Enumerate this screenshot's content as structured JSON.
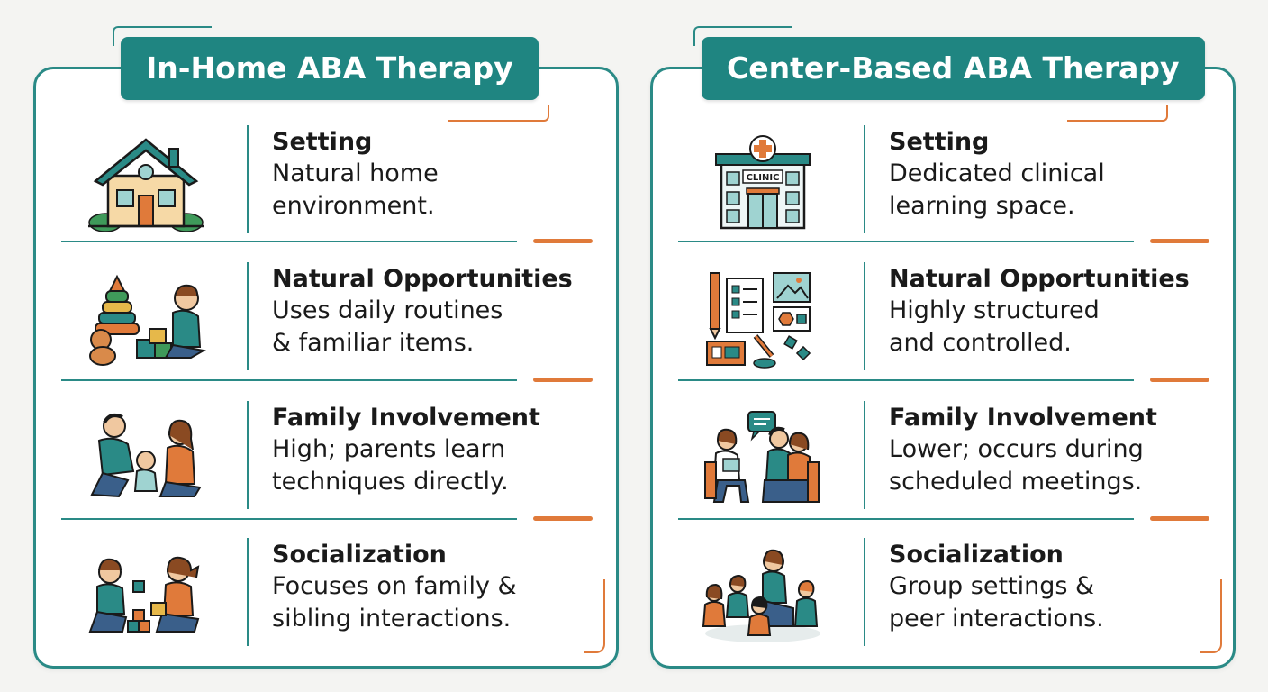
{
  "colors": {
    "teal": "#1f8581",
    "orange": "#e07a3a",
    "text": "#1a1a1a"
  },
  "left": {
    "title": "In-Home ABA Therapy",
    "rows": [
      {
        "label": "Setting",
        "desc": "Natural home\nenvironment.",
        "icon": "house-icon"
      },
      {
        "label": "Natural Opportunities",
        "desc": "Uses daily routines\n& familiar items.",
        "icon": "toys-and-child-icon"
      },
      {
        "label": "Family Involvement",
        "desc": "High; parents learn\ntechniques directly.",
        "icon": "parents-with-child-icon"
      },
      {
        "label": "Socialization",
        "desc": "Focuses on family &\nsibling interactions.",
        "icon": "siblings-playing-icon"
      }
    ]
  },
  "right": {
    "title": "Center-Based ABA Therapy",
    "clinic_sign": "CLINIC",
    "rows": [
      {
        "label": "Setting",
        "desc": "Dedicated clinical\nlearning space.",
        "icon": "clinic-building-icon"
      },
      {
        "label": "Natural Opportunities",
        "desc": "Highly structured\nand controlled.",
        "icon": "learning-materials-icon"
      },
      {
        "label": "Family Involvement",
        "desc": "Lower; occurs during\nscheduled meetings.",
        "icon": "therapist-meeting-icon"
      },
      {
        "label": "Socialization",
        "desc": "Group settings &\npeer interactions.",
        "icon": "group-circle-icon"
      }
    ]
  }
}
